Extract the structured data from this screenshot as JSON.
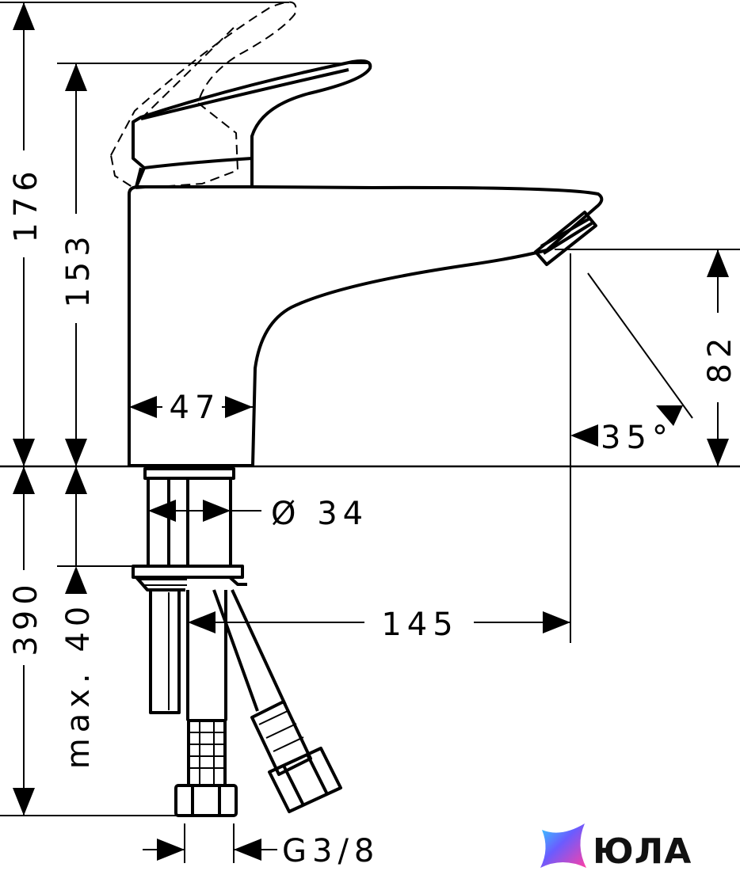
{
  "dimensions": {
    "overall_height": "176",
    "body_height": "153",
    "base_width": "47",
    "spout_height": "82",
    "spout_angle": "35°",
    "shank_diameter": "Ø 34",
    "spout_reach": "145",
    "hose_length": "390",
    "max_thickness": "max. 40",
    "thread": "G3/8"
  },
  "logo": {
    "brand": "ЮЛА"
  },
  "colors": {
    "line": "#000000",
    "background": "#ffffff"
  }
}
